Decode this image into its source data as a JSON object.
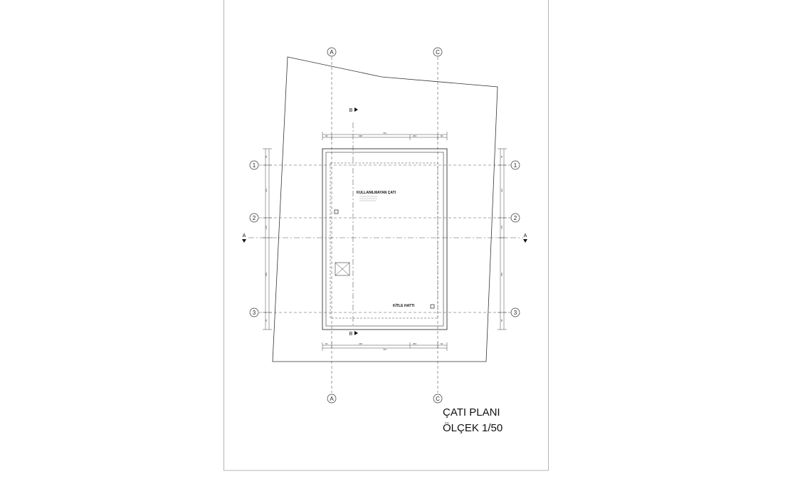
{
  "drawing": {
    "title": "ÇATI PLANI",
    "scale": "ÖLÇEK 1/50"
  },
  "grid": {
    "vertical": [
      "A",
      "C"
    ],
    "horizontal": [
      "1",
      "2",
      "3"
    ]
  },
  "sections": {
    "a": "A",
    "b": "B"
  },
  "labels": {
    "roof": "KULLANILMAYAN ÇATI",
    "mass_line": "KİTLE HATTI"
  },
  "dimensions": {
    "top_total": "752",
    "top_segments": [
      "60",
      "348",
      "284",
      "60"
    ],
    "bottom_total": "752",
    "bottom_segments": [
      "60",
      "348",
      "284",
      "60"
    ],
    "left_segments": [
      "65",
      "323",
      "168",
      "580",
      "65"
    ],
    "right_segments": [
      "65",
      "323",
      "168",
      "580",
      "65"
    ]
  },
  "colors": {
    "line": "#333333",
    "paper_border": "#b5b5b5"
  }
}
